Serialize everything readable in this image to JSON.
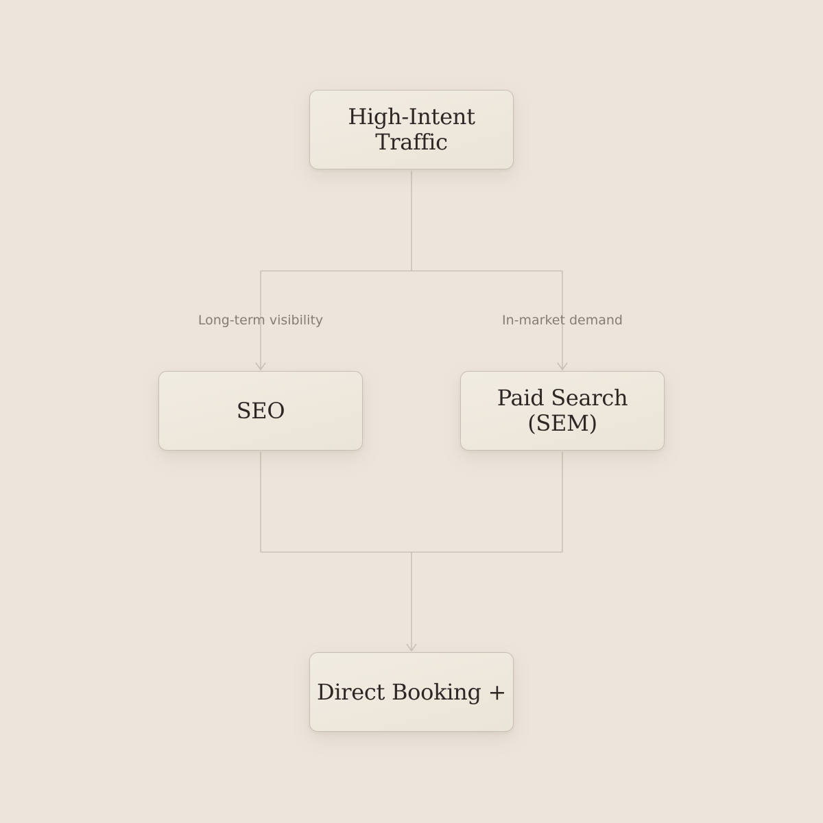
{
  "diagram": {
    "nodes": {
      "top": "High-Intent\nTraffic",
      "seo": "SEO",
      "sem": "Paid Search\n(SEM)",
      "bottom": "Direct Booking +"
    },
    "edge_labels": {
      "seo": "Long-term visibility",
      "sem": "In-market demand"
    },
    "colors": {
      "background": "#ede5dc",
      "connector": "#cbc3b8",
      "node_text": "#2c2724",
      "edge_label_text": "#857d72",
      "node_border": "#c7bfb3"
    }
  }
}
